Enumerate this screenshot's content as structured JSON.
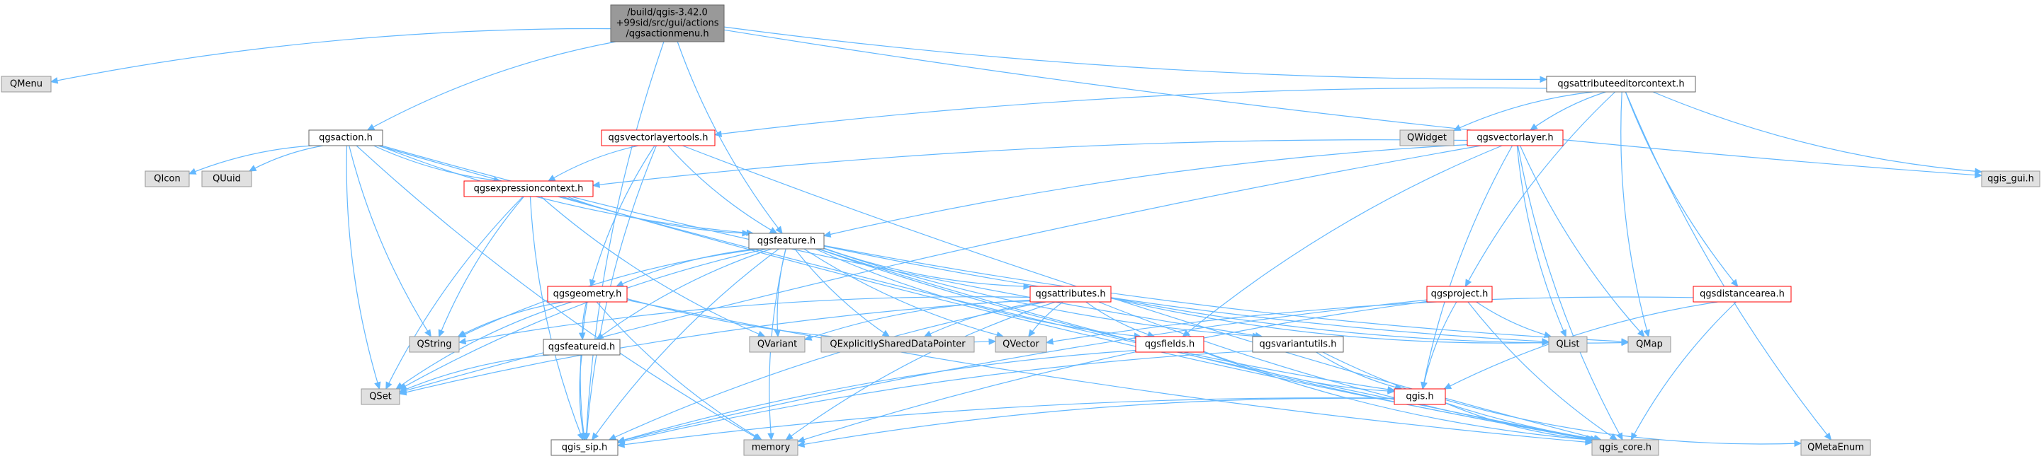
{
  "colors": {
    "edge": "#63b8ff",
    "root_fill": "#999999",
    "root_border": "#666666",
    "external_fill": "#e0e0e0",
    "external_border": "#999999",
    "header_fill": "#ffffff",
    "header_border": "#666666",
    "truncated_border": "#ff0000"
  },
  "nodes": [
    {
      "id": "root",
      "lines": [
        "/build/qgis-3.42.0",
        "+99sid/src/gui/actions",
        "/qgsactionmenu.h"
      ],
      "style": "root"
    },
    {
      "id": "QMenu",
      "lines": [
        "QMenu"
      ],
      "style": "external"
    },
    {
      "id": "qgsaction",
      "lines": [
        "qgsaction.h"
      ],
      "style": "header"
    },
    {
      "id": "qgsattributeeditorcontext",
      "lines": [
        "qgsattributeeditorcontext.h"
      ],
      "style": "header"
    },
    {
      "id": "qgis_gui",
      "lines": [
        "qgis_gui.h"
      ],
      "style": "external"
    },
    {
      "id": "QWidget",
      "lines": [
        "QWidget"
      ],
      "style": "external"
    },
    {
      "id": "qgsvectorlayertools",
      "lines": [
        "qgsvectorlayertools.h"
      ],
      "style": "truncated"
    },
    {
      "id": "qgsvectorlayer",
      "lines": [
        "qgsvectorlayer.h"
      ],
      "style": "truncated"
    },
    {
      "id": "QIcon",
      "lines": [
        "QIcon"
      ],
      "style": "external"
    },
    {
      "id": "QUuid",
      "lines": [
        "QUuid"
      ],
      "style": "external"
    },
    {
      "id": "qgsexpressioncontext",
      "lines": [
        "qgsexpressioncontext.h"
      ],
      "style": "truncated"
    },
    {
      "id": "qgsfeature",
      "lines": [
        "qgsfeature.h"
      ],
      "style": "header"
    },
    {
      "id": "qgsgeometry",
      "lines": [
        "qgsgeometry.h"
      ],
      "style": "truncated"
    },
    {
      "id": "qgsattributes",
      "lines": [
        "qgsattributes.h"
      ],
      "style": "truncated"
    },
    {
      "id": "qgsproject",
      "lines": [
        "qgsproject.h"
      ],
      "style": "truncated"
    },
    {
      "id": "qgsdistancearea",
      "lines": [
        "qgsdistancearea.h"
      ],
      "style": "truncated"
    },
    {
      "id": "QString",
      "lines": [
        "QString"
      ],
      "style": "external"
    },
    {
      "id": "qgsfeatureid",
      "lines": [
        "qgsfeatureid.h"
      ],
      "style": "header"
    },
    {
      "id": "QVariant",
      "lines": [
        "QVariant"
      ],
      "style": "external"
    },
    {
      "id": "QExplicitlySharedDataPointer",
      "lines": [
        "QExplicitlySharedDataPointer"
      ],
      "style": "external"
    },
    {
      "id": "QVector",
      "lines": [
        "QVector"
      ],
      "style": "external"
    },
    {
      "id": "qgsfields",
      "lines": [
        "qgsfields.h"
      ],
      "style": "truncated"
    },
    {
      "id": "qgsvariantutils",
      "lines": [
        "qgsvariantutils.h"
      ],
      "style": "header"
    },
    {
      "id": "QList",
      "lines": [
        "QList"
      ],
      "style": "external"
    },
    {
      "id": "QMap",
      "lines": [
        "QMap"
      ],
      "style": "external"
    },
    {
      "id": "QSet",
      "lines": [
        "QSet"
      ],
      "style": "external"
    },
    {
      "id": "qgis",
      "lines": [
        "qgis.h"
      ],
      "style": "truncated"
    },
    {
      "id": "qgis_sip",
      "lines": [
        "qgis_sip.h"
      ],
      "style": "header"
    },
    {
      "id": "memory",
      "lines": [
        "memory"
      ],
      "style": "external"
    },
    {
      "id": "qgis_core",
      "lines": [
        "qgis_core.h"
      ],
      "style": "external"
    },
    {
      "id": "QMetaEnum",
      "lines": [
        "QMetaEnum"
      ],
      "style": "external"
    }
  ],
  "edges": [
    [
      "root",
      "QMenu"
    ],
    [
      "root",
      "qgsaction"
    ],
    [
      "root",
      "qgsattributeeditorcontext"
    ],
    [
      "root",
      "qgis_gui"
    ],
    [
      "root",
      "qgsfeature"
    ],
    [
      "root",
      "qgis_sip"
    ],
    [
      "qgsaction",
      "QIcon"
    ],
    [
      "qgsaction",
      "QUuid"
    ],
    [
      "qgsaction",
      "qgsexpressioncontext"
    ],
    [
      "qgsaction",
      "qgsfeature"
    ],
    [
      "qgsaction",
      "QString"
    ],
    [
      "qgsaction",
      "QSet"
    ],
    [
      "qgsaction",
      "memory"
    ],
    [
      "qgsaction",
      "qgis_core"
    ],
    [
      "qgsaction",
      "qgsvariantutils"
    ],
    [
      "qgsattributeeditorcontext",
      "QWidget"
    ],
    [
      "qgsattributeeditorcontext",
      "qgsvectorlayertools"
    ],
    [
      "qgsattributeeditorcontext",
      "qgsvectorlayer"
    ],
    [
      "qgsattributeeditorcontext",
      "qgis_gui"
    ],
    [
      "qgsattributeeditorcontext",
      "qgsproject"
    ],
    [
      "qgsattributeeditorcontext",
      "qgsdistancearea"
    ],
    [
      "qgsattributeeditorcontext",
      "QMap"
    ],
    [
      "qgsattributeeditorcontext",
      "QMetaEnum"
    ],
    [
      "qgsvectorlayertools",
      "qgsexpressioncontext"
    ],
    [
      "qgsvectorlayertools",
      "qgsfeature"
    ],
    [
      "qgsvectorlayertools",
      "qgsgeometry"
    ],
    [
      "qgsvectorlayertools",
      "qgis_core"
    ],
    [
      "qgsvectorlayertools",
      "qgis_sip"
    ],
    [
      "qgsvectorlayer",
      "qgsexpressioncontext"
    ],
    [
      "qgsvectorlayer",
      "qgsfeature"
    ],
    [
      "qgsvectorlayer",
      "qgsfields"
    ],
    [
      "qgsvectorlayer",
      "QList"
    ],
    [
      "qgsvectorlayer",
      "QMap"
    ],
    [
      "qgsvectorlayer",
      "QSet"
    ],
    [
      "qgsvectorlayer",
      "qgis"
    ],
    [
      "qgsvectorlayer",
      "qgis_core"
    ],
    [
      "qgsexpressioncontext",
      "qgsfeature"
    ],
    [
      "qgsexpressioncontext",
      "QString"
    ],
    [
      "qgsexpressioncontext",
      "QVariant"
    ],
    [
      "qgsexpressioncontext",
      "QSet"
    ],
    [
      "qgsexpressioncontext",
      "qgis_sip"
    ],
    [
      "qgsexpressioncontext",
      "qgis_core"
    ],
    [
      "qgsfeature",
      "qgsgeometry"
    ],
    [
      "qgsfeature",
      "qgsattributes"
    ],
    [
      "qgsfeature",
      "QString"
    ],
    [
      "qgsfeature",
      "qgsfeatureid"
    ],
    [
      "qgsfeature",
      "QVariant"
    ],
    [
      "qgsfeature",
      "QExplicitlySharedDataPointer"
    ],
    [
      "qgsfeature",
      "QVector"
    ],
    [
      "qgsfeature",
      "qgsfields"
    ],
    [
      "qgsfeature",
      "qgsvariantutils"
    ],
    [
      "qgsfeature",
      "QList"
    ],
    [
      "qgsfeature",
      "QMap"
    ],
    [
      "qgsfeature",
      "QSet"
    ],
    [
      "qgsfeature",
      "qgis"
    ],
    [
      "qgsfeature",
      "qgis_sip"
    ],
    [
      "qgsfeature",
      "memory"
    ],
    [
      "qgsfeature",
      "qgis_core"
    ],
    [
      "qgsgeometry",
      "QString"
    ],
    [
      "qgsgeometry",
      "qgsfeatureid"
    ],
    [
      "qgsgeometry",
      "QVector"
    ],
    [
      "qgsgeometry",
      "QSet"
    ],
    [
      "qgsgeometry",
      "qgis_sip"
    ],
    [
      "qgsgeometry",
      "memory"
    ],
    [
      "qgsgeometry",
      "qgis_core"
    ],
    [
      "qgsattributes",
      "QVariant"
    ],
    [
      "qgsattributes",
      "QExplicitlySharedDataPointer"
    ],
    [
      "qgsattributes",
      "QVector"
    ],
    [
      "qgsattributes",
      "qgsfields"
    ],
    [
      "qgsattributes",
      "QList"
    ],
    [
      "qgsattributes",
      "QMap"
    ],
    [
      "qgsattributes",
      "QSet"
    ],
    [
      "qgsattributes",
      "qgis_sip"
    ],
    [
      "qgsattributes",
      "memory"
    ],
    [
      "qgsattributes",
      "qgis_core"
    ],
    [
      "qgsattributes",
      "QString"
    ],
    [
      "qgsproject",
      "QList"
    ],
    [
      "qgsproject",
      "qgis"
    ],
    [
      "qgsproject",
      "qgis_core"
    ],
    [
      "qgsproject",
      "qgis_sip"
    ],
    [
      "qgsproject",
      "memory"
    ],
    [
      "qgsdistancearea",
      "QVector"
    ],
    [
      "qgsdistancearea",
      "qgis"
    ],
    [
      "qgsdistancearea",
      "qgis_core"
    ],
    [
      "qgsfeatureid",
      "QSet"
    ],
    [
      "qgsfeatureid",
      "qgis_sip"
    ],
    [
      "qgsfields",
      "qgis"
    ],
    [
      "qgsfields",
      "qgis_core"
    ],
    [
      "qgsfields",
      "qgis_sip"
    ],
    [
      "qgsvariantutils",
      "qgis"
    ],
    [
      "qgsvariantutils",
      "qgis_core"
    ],
    [
      "qgsvariantutils",
      "qgis_sip"
    ],
    [
      "qgis",
      "qgis_sip"
    ],
    [
      "qgis",
      "memory"
    ],
    [
      "qgis",
      "qgis_core"
    ],
    [
      "qgis",
      "QMetaEnum"
    ]
  ]
}
